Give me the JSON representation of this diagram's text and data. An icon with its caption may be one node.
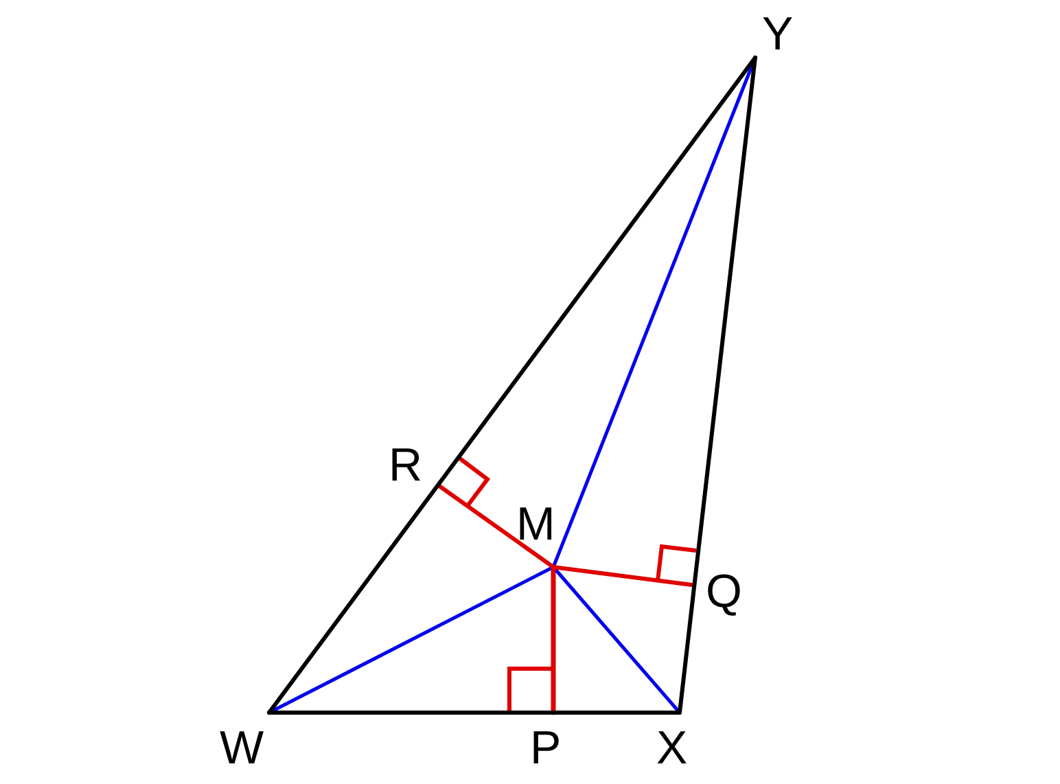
{
  "diagram": {
    "labels": [
      "Y",
      "R",
      "M",
      "Q",
      "W",
      "P",
      "X"
    ]
  }
}
